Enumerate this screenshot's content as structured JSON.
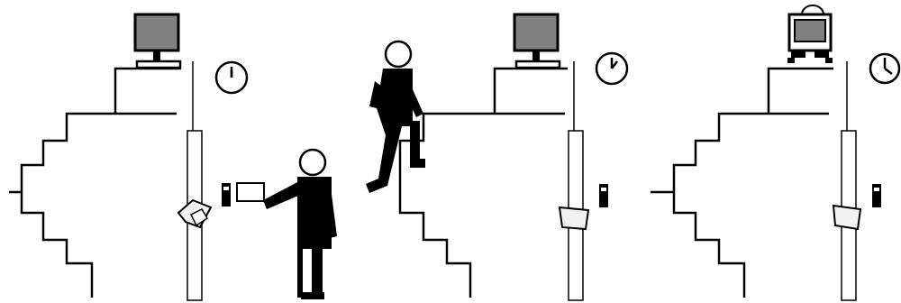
{
  "panels": [
    {
      "id": "panel-1",
      "clock": "12:00",
      "top_device": "computer-monitor",
      "figure": "person-handing-card-to-reader"
    },
    {
      "id": "panel-2",
      "clock": "1:00",
      "top_device": "computer-monitor",
      "figure": "person-climbing-stairs"
    },
    {
      "id": "panel-3",
      "clock": "4:00",
      "top_device": "robot-device",
      "figure": "none"
    }
  ],
  "colors": {
    "ink": "#000000",
    "screen": "#808080",
    "card": "#f2f2f2",
    "background": "#ffffff"
  },
  "icons": [
    "computer-icon",
    "clock-icon",
    "card-reader-icon",
    "access-card-icon",
    "door-lock-icon",
    "robot-icon",
    "person-icon"
  ]
}
